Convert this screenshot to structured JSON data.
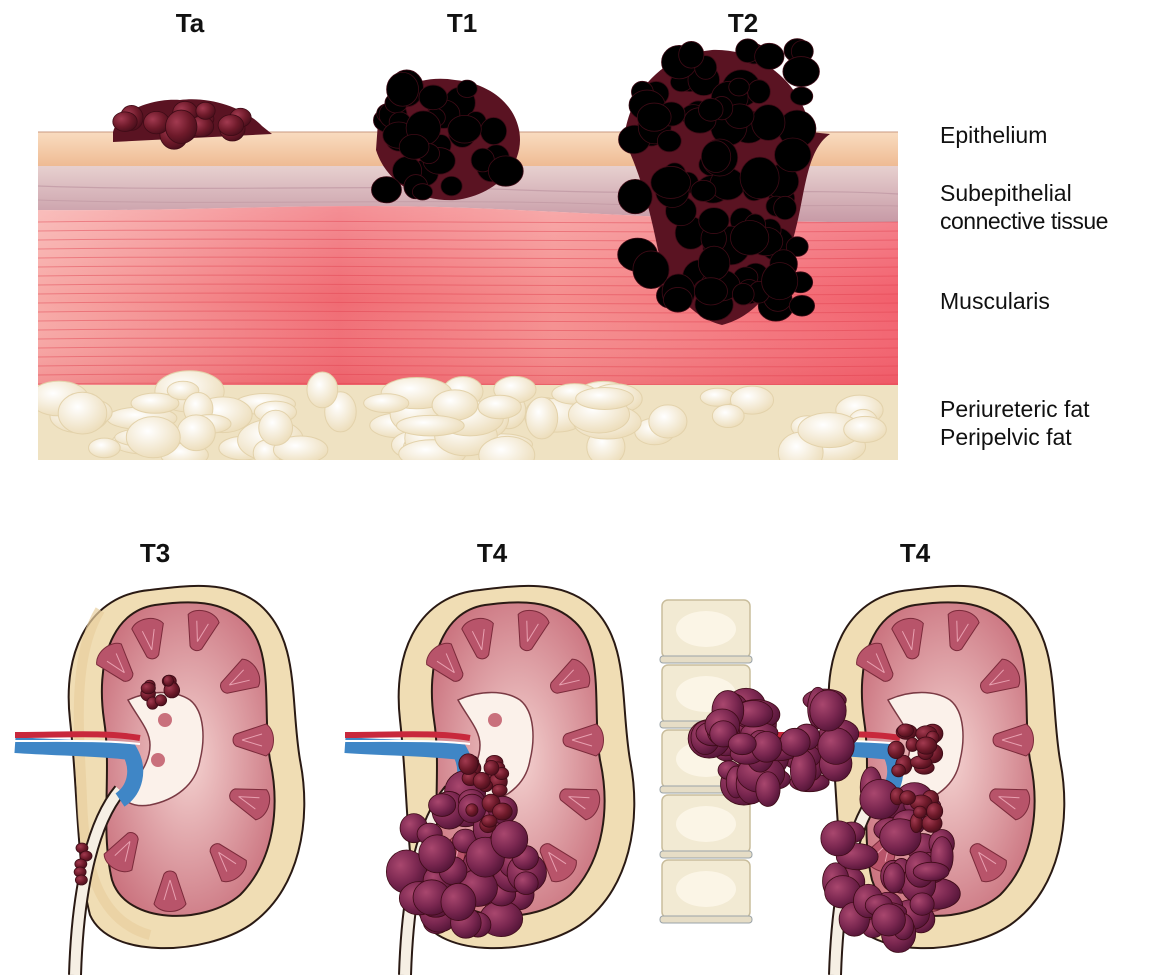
{
  "stages": {
    "ta": "Ta",
    "t1": "T1",
    "t2": "T2",
    "t3": "T3",
    "t4a": "T4",
    "t4b": "T4"
  },
  "layers": {
    "epithelium": "Epithelium",
    "subepithelial_1": "Subepithelial",
    "subepithelial_2": "connective tissue",
    "muscularis": "Muscularis",
    "fat_1": "Periureteric fat",
    "fat_2": "Peripelvic fat"
  },
  "colors": {
    "tumor": "#6e1a2a",
    "epithelium": "#f4c9a6",
    "connective": "#d9b8bf",
    "muscle": "#f0707a",
    "fat": "#f3ebd2",
    "kidney_capsule": "#f0ddb4",
    "kidney_cortex": "#c9707c",
    "renal_pelvis": "#fbf1ea",
    "vein": "#3f86c6",
    "artery": "#c8283c",
    "spine": "#f2ead3"
  }
}
